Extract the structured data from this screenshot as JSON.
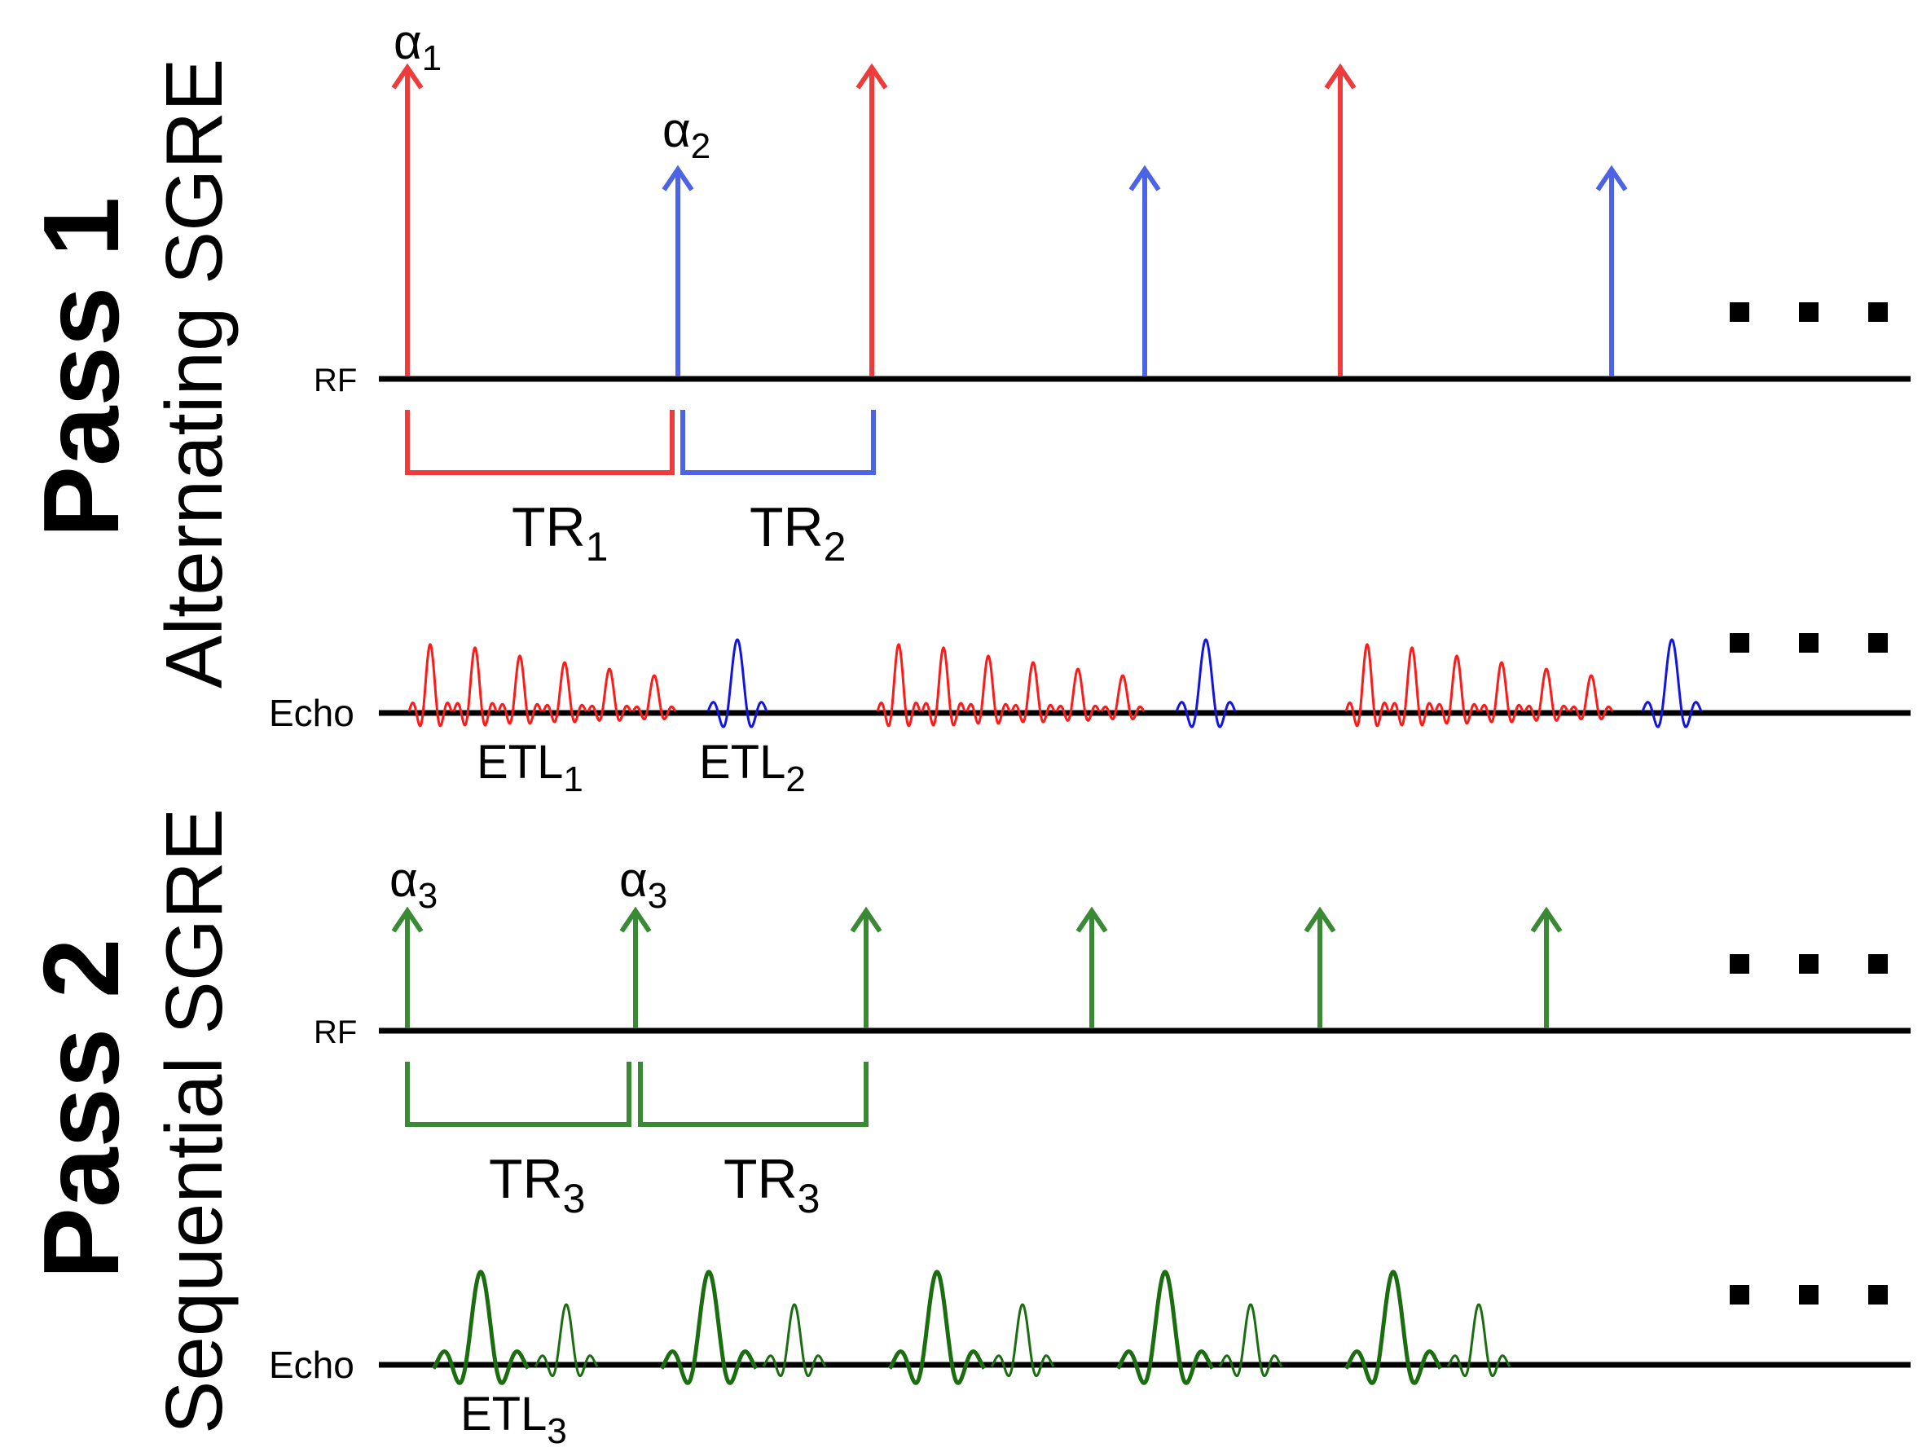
{
  "pass1": {
    "title": "Pass 1",
    "subtitle": "Alternating SGRE",
    "rf_label": "RF",
    "echo_label": "Echo",
    "alpha1": {
      "base": "α",
      "sub": "1"
    },
    "alpha2": {
      "base": "α",
      "sub": "2"
    },
    "tr1": {
      "base": "TR",
      "sub": "1"
    },
    "tr2": {
      "base": "TR",
      "sub": "2"
    },
    "etl1": {
      "base": "ETL",
      "sub": "1"
    },
    "etl2": {
      "base": "ETL",
      "sub": "2"
    },
    "continuation": "■ ■ ■"
  },
  "pass2": {
    "title": "Pass 2",
    "subtitle": "Sequential SGRE",
    "rf_label": "RF",
    "echo_label": "Echo",
    "alpha3_a": {
      "base": "α",
      "sub": "3"
    },
    "alpha3_b": {
      "base": "α",
      "sub": "3"
    },
    "tr3_a": {
      "base": "TR",
      "sub": "3"
    },
    "tr3_b": {
      "base": "TR",
      "sub": "3"
    },
    "etl3": {
      "base": "ETL",
      "sub": "3"
    },
    "continuation": "■ ■ ■"
  },
  "colors": {
    "alpha1": "#ee3b3b",
    "alpha2": "#4d63e6",
    "alpha3": "#3a8a35",
    "echo1": "#ff1a1a",
    "echo2": "#1414e0",
    "echo3": "#1a6e10",
    "axis": "#000000"
  }
}
